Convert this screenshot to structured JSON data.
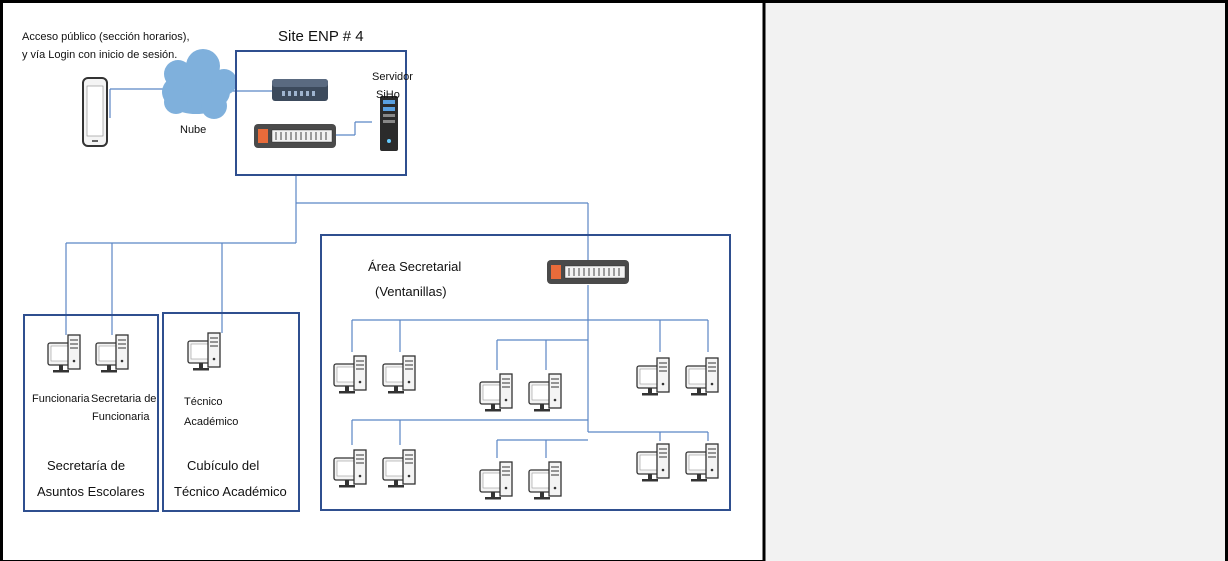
{
  "diagram": {
    "access_note_line1": "Acceso público (sección horarios),",
    "access_note_line2": "y vía Login con inicio de sesión.",
    "cloud_label": "Nube",
    "site_title": "Site ENP # 4",
    "server_label_line1": "Servidor",
    "server_label_line2": "SiHo",
    "area_secretarial_line1": "Área Secretarial",
    "area_secretarial_line2": "(Ventanillas)",
    "funcionaria_label": "Funcionaria",
    "secretaria_funcionaria_line1": "Secretaria de",
    "secretaria_funcionaria_line2": "Funcionaria",
    "tecnico_line1": "Técnico",
    "tecnico_line2": "Académico",
    "sec_asuntos_line1": "Secretaría de",
    "sec_asuntos_line2": "Asuntos Escolares",
    "cubiculo_line1": "Cubículo del",
    "cubiculo_line2": "Técnico Académico"
  },
  "colors": {
    "box_border": "#2f4f8f",
    "line": "#5b86c5",
    "cloud": "#7fb0dc",
    "right_panel": "#f2f2f2"
  }
}
